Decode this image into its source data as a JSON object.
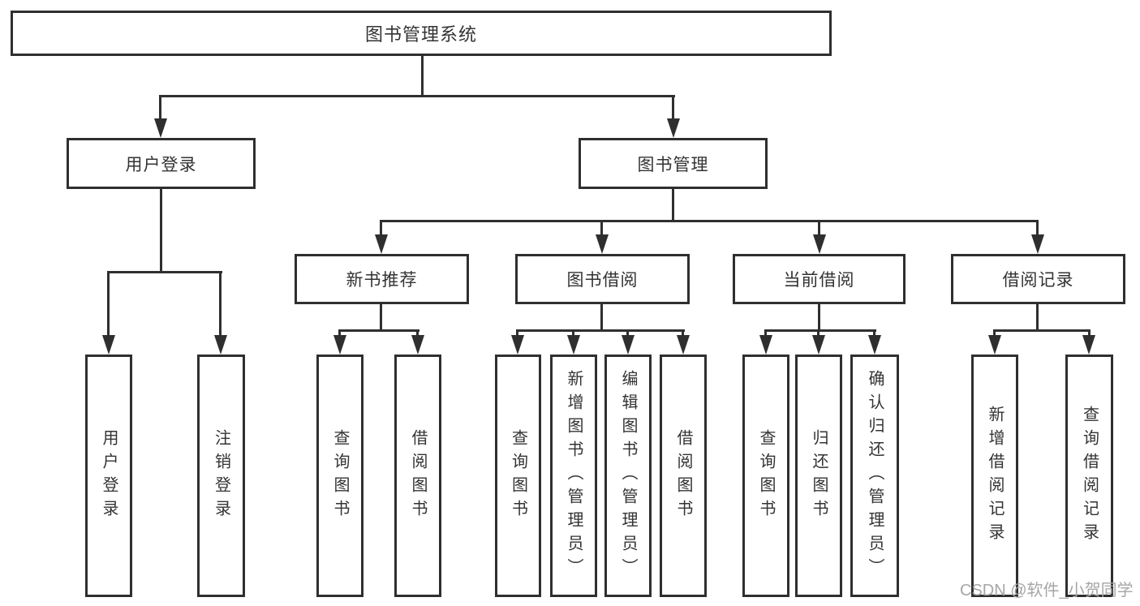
{
  "diagram": {
    "root": {
      "label": "图书管理系统"
    },
    "level2": [
      {
        "id": "user-login",
        "label": "用户登录"
      },
      {
        "id": "book-management",
        "label": "图书管理"
      }
    ],
    "level3": [
      {
        "id": "new-book-recommend",
        "parent": "图书管理",
        "label": "新书推荐"
      },
      {
        "id": "book-borrow",
        "parent": "图书管理",
        "label": "图书借阅"
      },
      {
        "id": "current-borrow",
        "parent": "图书管理",
        "label": "当前借阅"
      },
      {
        "id": "borrow-records",
        "parent": "图书管理",
        "label": "借阅记录"
      }
    ],
    "leaves": [
      {
        "parent": "用户登录",
        "label": "用户登录"
      },
      {
        "parent": "用户登录",
        "label": "注销登录"
      },
      {
        "parent": "新书推荐",
        "label": "查询图书"
      },
      {
        "parent": "新书推荐",
        "label": "借阅图书"
      },
      {
        "parent": "图书借阅",
        "label": "查询图书"
      },
      {
        "parent": "图书借阅",
        "label": "新增图书（管理员）"
      },
      {
        "parent": "图书借阅",
        "label": "编辑图书（管理员）"
      },
      {
        "parent": "图书借阅",
        "label": "借阅图书"
      },
      {
        "parent": "当前借阅",
        "label": "查询图书"
      },
      {
        "parent": "当前借阅",
        "label": "归还图书"
      },
      {
        "parent": "当前借阅",
        "label": "确认归还（管理员）"
      },
      {
        "parent": "借阅记录",
        "label": "新增借阅记录"
      },
      {
        "parent": "借阅记录",
        "label": "查询借阅记录"
      }
    ]
  },
  "watermark": {
    "text": "CSDN @软件_小贺同学"
  },
  "colors": {
    "line": "#2f2f2f",
    "text": "#333333",
    "box_bg": "#ffffff",
    "background": "#ffffff",
    "watermark": "#a6a6a6"
  }
}
